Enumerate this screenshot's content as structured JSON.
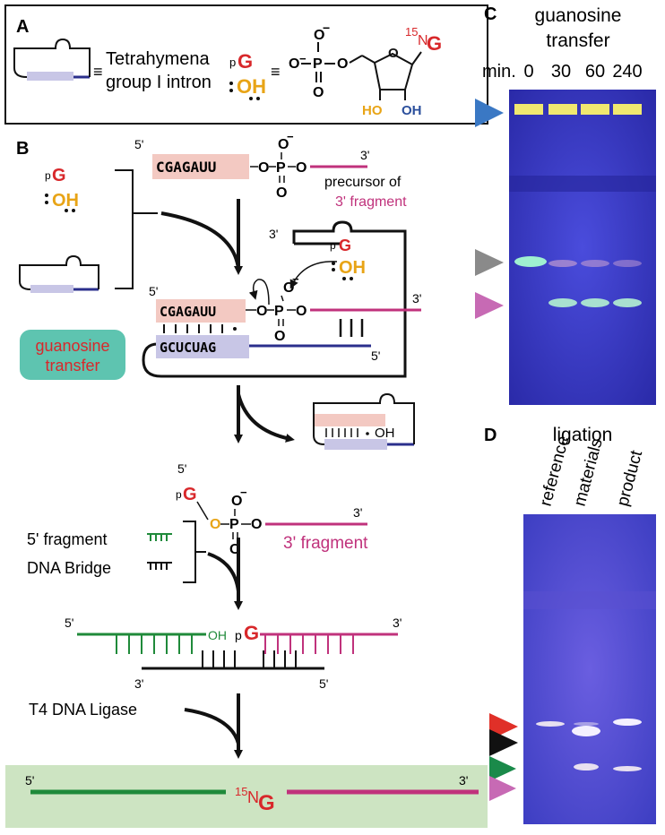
{
  "panel_a": {
    "label": "A",
    "intron_text_line1": "Tetrahymena",
    "intron_text_line2": "group I intron",
    "equiv": "≡",
    "p_small": "p",
    "g_letter": "G",
    "oh_text": "OH",
    "phosphate_o_minus": "O",
    "minus": "−",
    "p_letter": "P",
    "o_letter": "O",
    "n15_sup": "15",
    "n_letter": "N",
    "ho_label": "HO",
    "oh_label": "OH"
  },
  "panel_b": {
    "label": "B",
    "five_prime": "5'",
    "three_prime": "3'",
    "seq_top": "CGAGAUU",
    "seq_mid_top": "CGAGAUU",
    "seq_mid_bottom": "GCUCUAG",
    "precursor_line1": "precursor of",
    "precursor_line2": "3' fragment",
    "guanosine_transfer_line1": "guanosine",
    "guanosine_transfer_line2": "transfer",
    "three_prime_fragment": "3' fragment",
    "five_prime_fragment": "5' fragment",
    "dna_bridge": "DNA Bridge",
    "t4_ligase": "T4 DNA Ligase",
    "oh": "OH",
    "p_small": "p",
    "g_letter": "G",
    "n15_sup": "15",
    "n_letter": "N"
  },
  "panel_c": {
    "label": "C",
    "title_line1": "guanosine",
    "title_line2": "transfer",
    "time_label": "min.",
    "lanes": [
      "0",
      "30",
      "60",
      "240"
    ]
  },
  "panel_d": {
    "label": "D",
    "title": "ligation",
    "lanes": [
      "reference",
      "materials",
      "product"
    ]
  },
  "colors": {
    "intron_blue": "#2b2f8c",
    "intron_lavender": "#c8c6e6",
    "exon_pink": "#f3c9c2",
    "fragment_magenta": "#c0327c",
    "fragment_green": "#1f8a3a",
    "guanosine_red": "#d8282b",
    "oh_orange": "#e8a416",
    "teal_box": "#5ec4b0",
    "ligation_bg": "#cde4c2",
    "gel_blue": "#3b3ec8",
    "arrow_blue": "#3a78c4",
    "arrow_gray": "#8a8a8a",
    "arrow_pink": "#c76ab4",
    "arrow_red": "#e03028",
    "arrow_black": "#111111",
    "arrow_green": "#1a8a4a"
  }
}
